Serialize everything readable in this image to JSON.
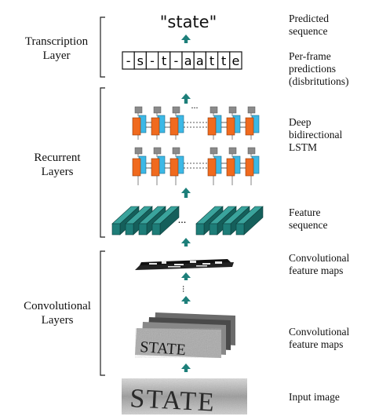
{
  "layers": {
    "transcription": "Transcription Layer",
    "recurrent": "Recurrent Layers",
    "convolutional": "Convolutional Layers"
  },
  "annotations": {
    "predicted_sequence": "Predicted sequence",
    "per_frame": "Per-frame predictions (disbritutions)",
    "deep_bilstm": "Deep bidirectional LSTM",
    "feature_sequence": "Feature sequence",
    "conv_maps_1": "Convolutional feature maps",
    "conv_maps_2": "Convolutional feature maps",
    "input_image": "Input image"
  },
  "prediction": "\"state\"",
  "frame_labels": [
    "-",
    "s",
    "-",
    "t",
    "-",
    "a",
    "a",
    "t",
    "t",
    "e"
  ],
  "input_text": "STATE",
  "ellipsis": "...",
  "colors": {
    "arrow": "#1d7f7a",
    "feature_block": "#1e7d78",
    "lstm_orange": "#f06a1e",
    "lstm_blue": "#3cb8e6",
    "lstm_gray": "#8a8a8a"
  }
}
